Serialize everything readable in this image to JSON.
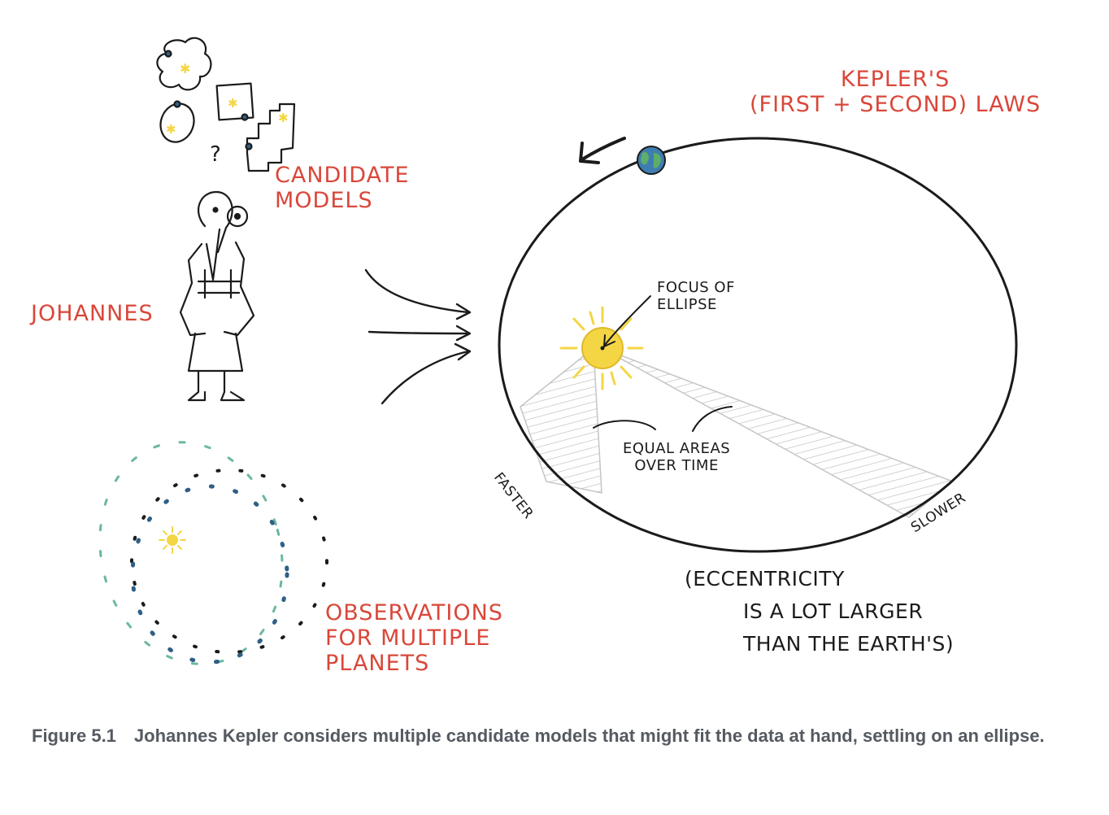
{
  "labels": {
    "candidate_models": "CANDIDATE\nMODELS",
    "johannes": "JOHANNES",
    "observations": "OBSERVATIONS\nFOR MULTIPLE\nPLANETS",
    "keplers_laws": "KEPLER'S\n(FIRST + SECOND) LAWS",
    "focus": "FOCUS OF\nELLIPSE",
    "equal_areas": "EQUAL AREAS\nOVER TIME",
    "faster": "FASTER",
    "slower": "SLOWER",
    "eccentricity_1": "(ECCENTRICITY",
    "eccentricity_2": "IS A LOT LARGER",
    "eccentricity_3": "THAN THE EARTH'S)",
    "question_mark": "?"
  },
  "caption": {
    "number": "Figure 5.1",
    "text": "Johannes Kepler considers multiple candidate models that might fit the data at hand, settling on an ellipse."
  },
  "colors": {
    "accent_red": "#d9473a",
    "ink": "#1b1b1b",
    "sun": "#f4d645",
    "orbit_teal": "#6ab8a0",
    "orbit_blue": "#2f5f86",
    "caption": "#555a61"
  },
  "icons": [
    "sun-icon",
    "earth-icon",
    "kepler-figure",
    "candidate-shapes"
  ]
}
